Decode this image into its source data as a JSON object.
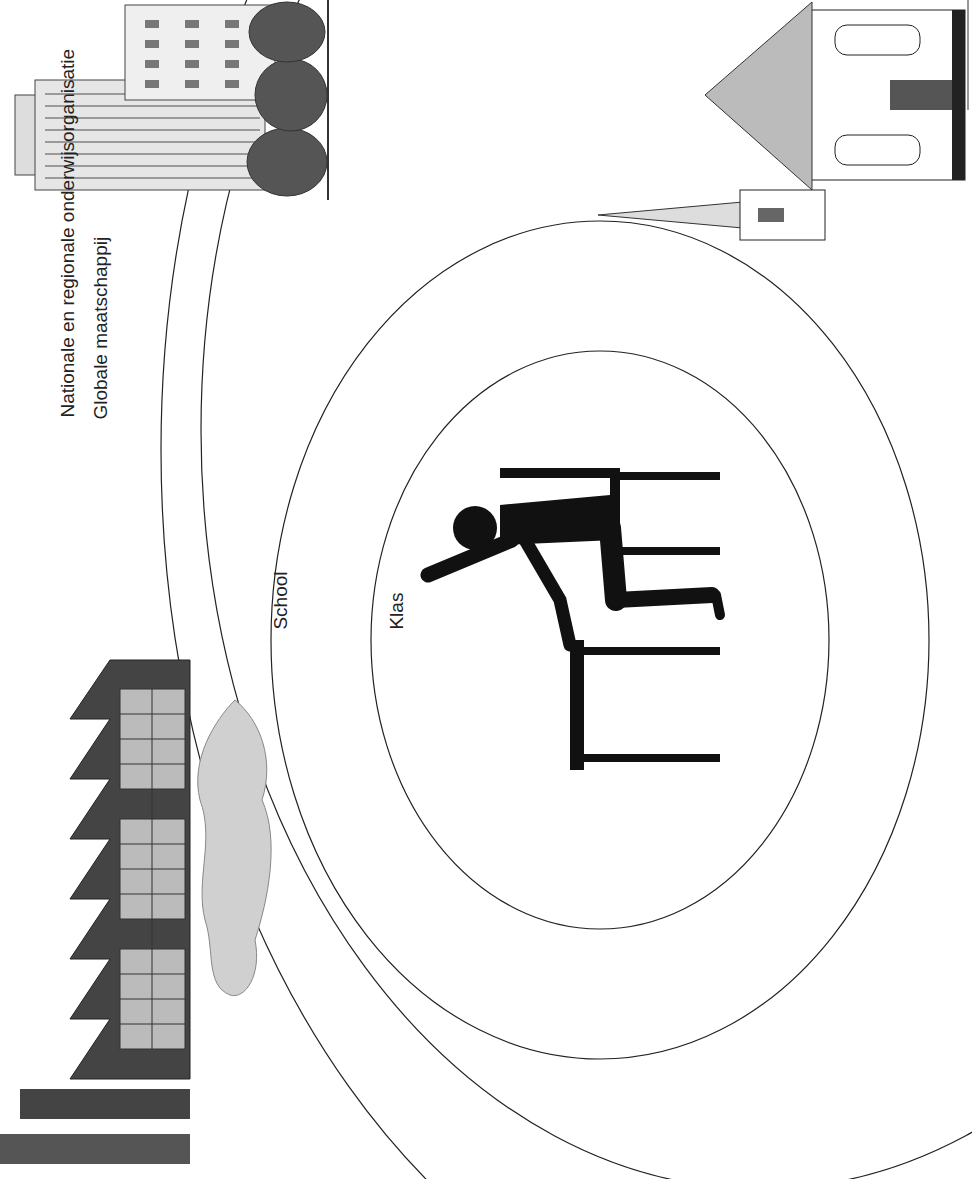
{
  "diagram": {
    "nodes": [
      {
        "text": [
          "Globale maatschappij"
        ]
      },
      {
        "text": [
          "Nationale en regionale onderwijsorganisatie"
        ],
        "in": 0
      },
      {
        "text": [
          "School"
        ],
        "in": 1
      },
      {
        "text": [
          "Klas"
        ],
        "in": 2
      }
    ]
  }
}
